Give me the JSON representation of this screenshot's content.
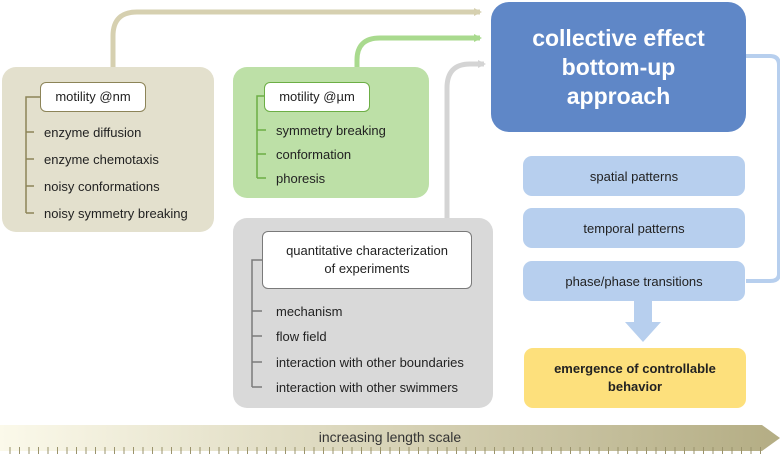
{
  "colors": {
    "nm_panel": "#e3e0cd",
    "nm_accent": "#8c8458",
    "um_panel": "#bde0a7",
    "um_accent": "#6cae45",
    "exp_panel": "#d9d9d9",
    "exp_accent": "#7a7a7a",
    "collective_box": "#5f87c7",
    "chip": "#b7cfee",
    "emergence_box": "#fde07c"
  },
  "nm": {
    "title": "motility @nm",
    "items": [
      "enzyme diffusion",
      "enzyme chemotaxis",
      "noisy conformations",
      "noisy symmetry breaking"
    ]
  },
  "um": {
    "title": "motility @µm",
    "items": [
      "symmetry breaking",
      "conformation",
      "phoresis"
    ]
  },
  "exp": {
    "title_line1": "quantitative characterization",
    "title_line2": "of experiments",
    "items": [
      "mechanism",
      "flow field",
      "interaction with other boundaries",
      "interaction with other swimmers"
    ]
  },
  "collective": {
    "line1": "collective effect",
    "line2": "bottom-up",
    "line3": "approach"
  },
  "patterns": [
    "spatial patterns",
    "temporal patterns",
    "phase/phase transitions"
  ],
  "emergence": {
    "line1": "emergence of controllable",
    "line2": "behavior"
  },
  "scale": {
    "label": "increasing length scale"
  }
}
